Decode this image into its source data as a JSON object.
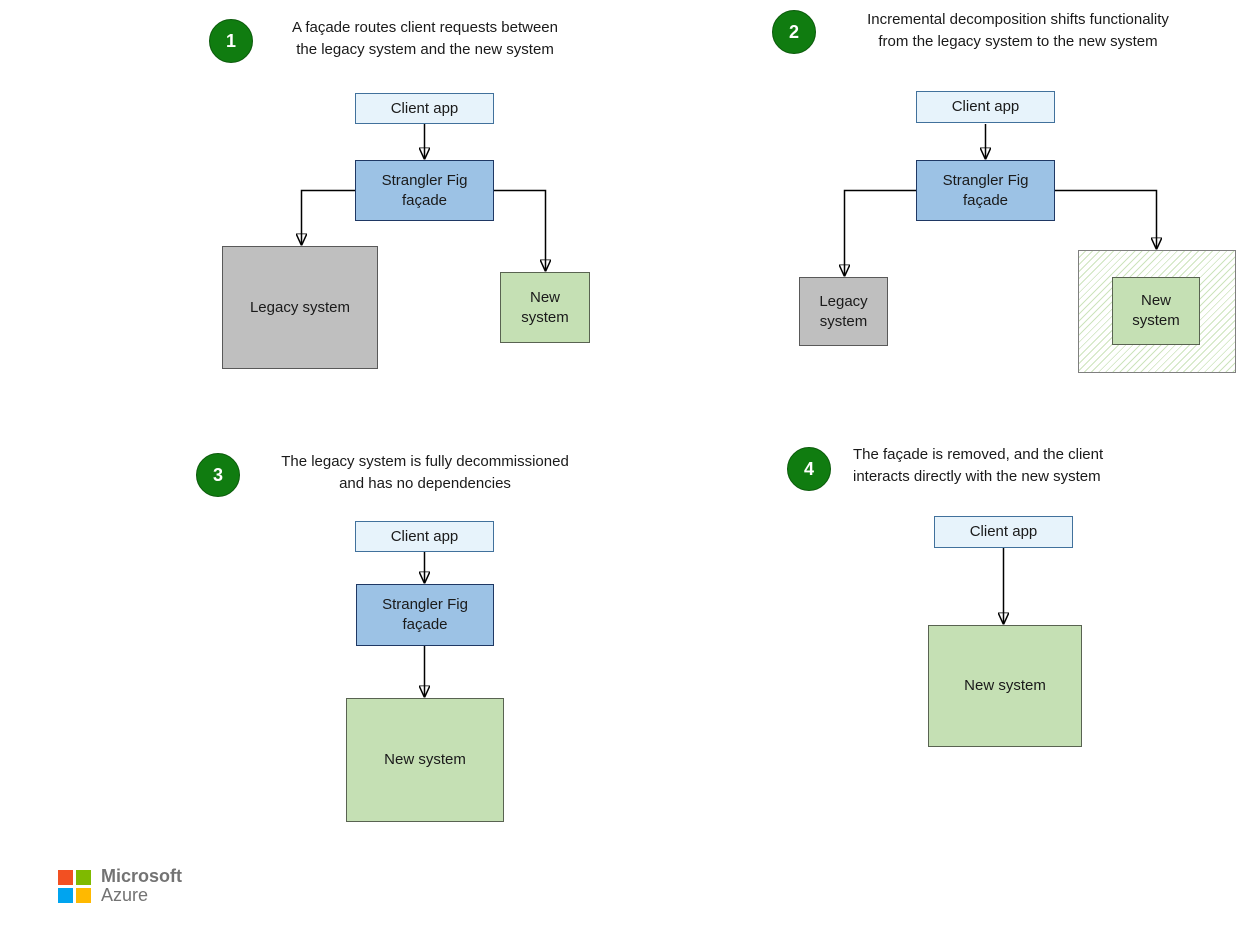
{
  "panels": [
    {
      "number": "1",
      "caption_line1": "A façade routes client requests between",
      "caption_line2": "the legacy system and the new system",
      "boxes": {
        "client": "Client app",
        "facade": "Strangler Fig façade",
        "legacy": "Legacy system",
        "new": "New system"
      }
    },
    {
      "number": "2",
      "caption_line1": "Incremental decomposition shifts functionality",
      "caption_line2": "from the legacy system to the new system",
      "boxes": {
        "client": "Client app",
        "facade": "Strangler Fig façade",
        "legacy": "Legacy system",
        "new": "New system"
      }
    },
    {
      "number": "3",
      "caption_line1": "The legacy system is fully decommissioned",
      "caption_line2": "and has no dependencies",
      "boxes": {
        "client": "Client app",
        "facade": "Strangler Fig façade",
        "new": "New system"
      }
    },
    {
      "number": "4",
      "caption_line1": "The façade is removed, and the client",
      "caption_line2": "interacts directly with the new system",
      "boxes": {
        "client": "Client app",
        "new": "New system"
      }
    }
  ],
  "footer": {
    "brand_line1": "Microsoft",
    "brand_line2": "Azure"
  },
  "colors": {
    "badge_green": "#107C10",
    "client_fill": "#E7F3FB",
    "client_border": "#41719C",
    "facade_fill": "#9CC2E5",
    "facade_border": "#1F3864",
    "legacy_fill": "#BFBFBF",
    "legacy_border": "#595959",
    "new_fill": "#C5E0B4",
    "hatch_line": "#CDE4BD",
    "hatch_border": "#7F7F7F",
    "arrow": "#000000",
    "ms_red": "#F25022",
    "ms_green": "#7FBA00",
    "ms_blue": "#00A4EF",
    "ms_yellow": "#FFB900",
    "brand_text": "#737373"
  }
}
